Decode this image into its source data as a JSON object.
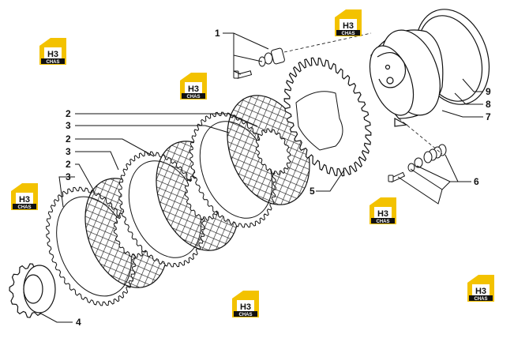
{
  "callouts": [
    {
      "id": "c1",
      "text": "1"
    },
    {
      "id": "c2a",
      "text": "2"
    },
    {
      "id": "c3a",
      "text": "3"
    },
    {
      "id": "c2b",
      "text": "2"
    },
    {
      "id": "c3b",
      "text": "3"
    },
    {
      "id": "c2c",
      "text": "2"
    },
    {
      "id": "c3c",
      "text": "3"
    },
    {
      "id": "c4",
      "text": "4"
    },
    {
      "id": "c5",
      "text": "5"
    },
    {
      "id": "c6",
      "text": "6"
    },
    {
      "id": "c7",
      "text": "7"
    },
    {
      "id": "c8",
      "text": "8"
    },
    {
      "id": "c9",
      "text": "9"
    }
  ],
  "watermark": {
    "brand_top": "H3",
    "brand_bottom": "CHAS",
    "colors": {
      "yellow": "#f3c200",
      "black": "#111111"
    }
  }
}
